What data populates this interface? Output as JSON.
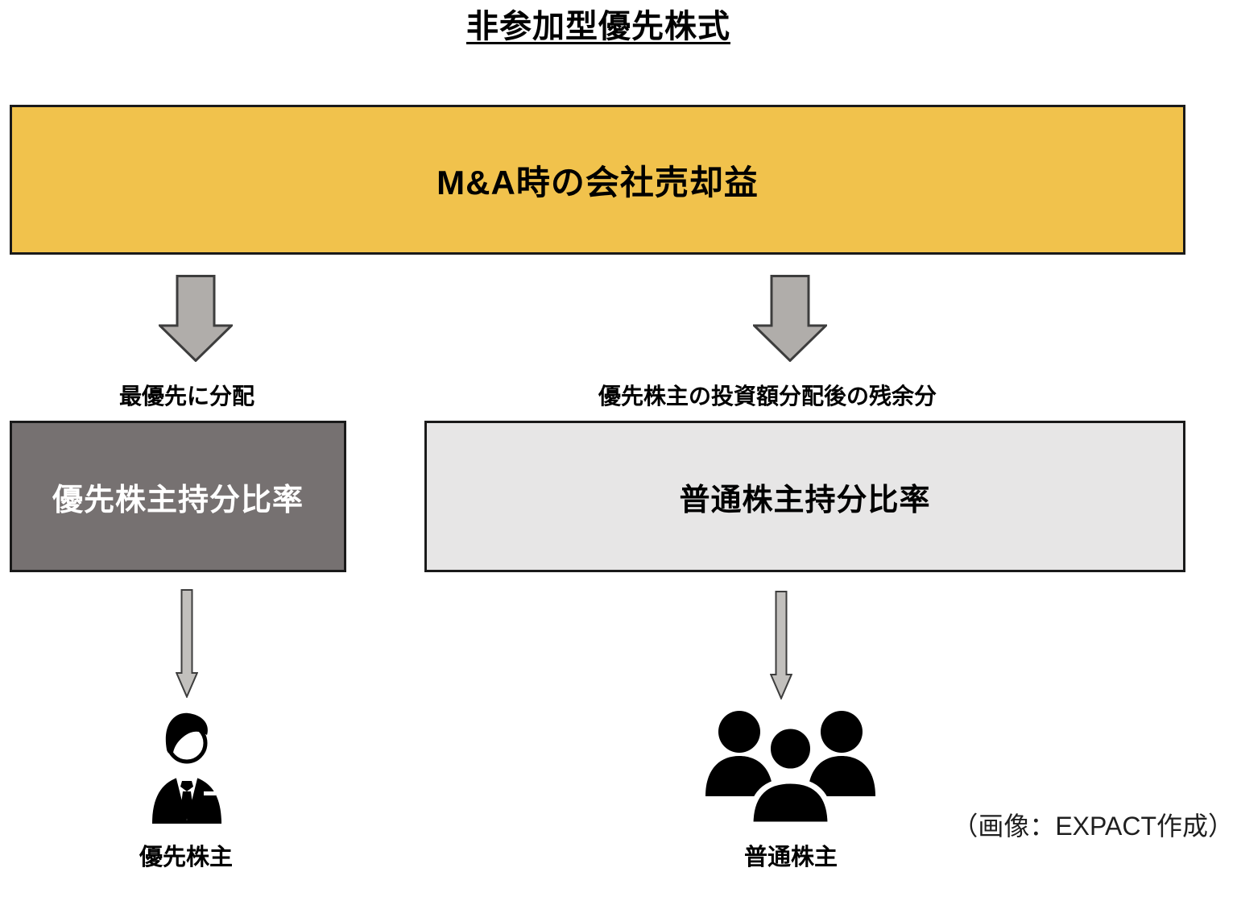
{
  "title": "非参加型優先株式",
  "top_box": {
    "label": "M&A時の会社売却益"
  },
  "left_flow": {
    "arrow_caption": "最優先に分配",
    "box_label": "優先株主持分比率",
    "entity_label": "優先株主"
  },
  "right_flow": {
    "arrow_caption": "優先株主の投資額分配後の残余分",
    "box_label": "普通株主持分比率",
    "entity_label": "普通株主"
  },
  "credit": "（画像：EXPACT作成）",
  "icons": {
    "left_big_arrow": "down-block-arrow-icon",
    "right_big_arrow": "down-block-arrow-icon",
    "left_thin_arrow": "down-thin-arrow-icon",
    "right_thin_arrow": "down-thin-arrow-icon",
    "preferred_entity": "businessman-icon",
    "common_entity": "people-group-icon"
  },
  "colors": {
    "yellow": "#F1C24C",
    "dark-gray": "#767171",
    "light-gray": "#E7E6E6",
    "arrow-fill": "#B0ADAA",
    "thin-arrow-fill": "#C2C0BD",
    "arrow-stroke": "#3d3d3d",
    "box-border": "#1a1a1a",
    "credit-ink": "#1f1f1f"
  }
}
